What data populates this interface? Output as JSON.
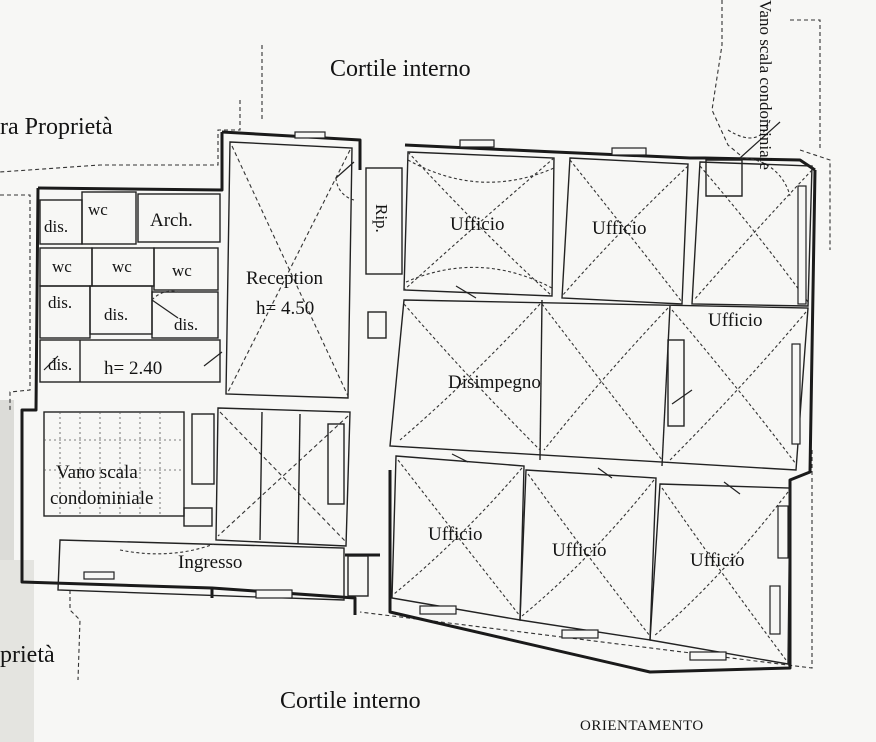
{
  "labels": {
    "cortile_top": "Cortile interno",
    "cortile_bottom": "Cortile interno",
    "altra_proprieta_top": "ra Proprietà",
    "altra_proprieta_bottom": "prietà",
    "vano_scala_condominiale_top": "Vano scala condominiale",
    "orientamento": "ORIENTAMENTO"
  },
  "rooms": {
    "dis_1": "dis.",
    "wc_1": "wc",
    "archivio": "Arch.",
    "wc_2": "wc",
    "wc_3": "wc",
    "wc_4": "wc",
    "dis_2": "dis.",
    "dis_3": "dis.",
    "dis_4": "dis.",
    "dis_5": "dis.",
    "height_services": "h= 2.40",
    "reception": "Reception",
    "height_reception": "h= 4.50",
    "ripostiglio": "Rip.",
    "ufficio_1": "Ufficio",
    "ufficio_2": "Ufficio",
    "ufficio_3": "Ufficio",
    "disimpegno": "Disimpegno",
    "vano_scala_1": "Vano scala",
    "vano_scala_2": "condominiale",
    "ingresso": "Ingresso",
    "ufficio_4": "Ufficio",
    "ufficio_5": "Ufficio",
    "ufficio_6": "Ufficio"
  }
}
